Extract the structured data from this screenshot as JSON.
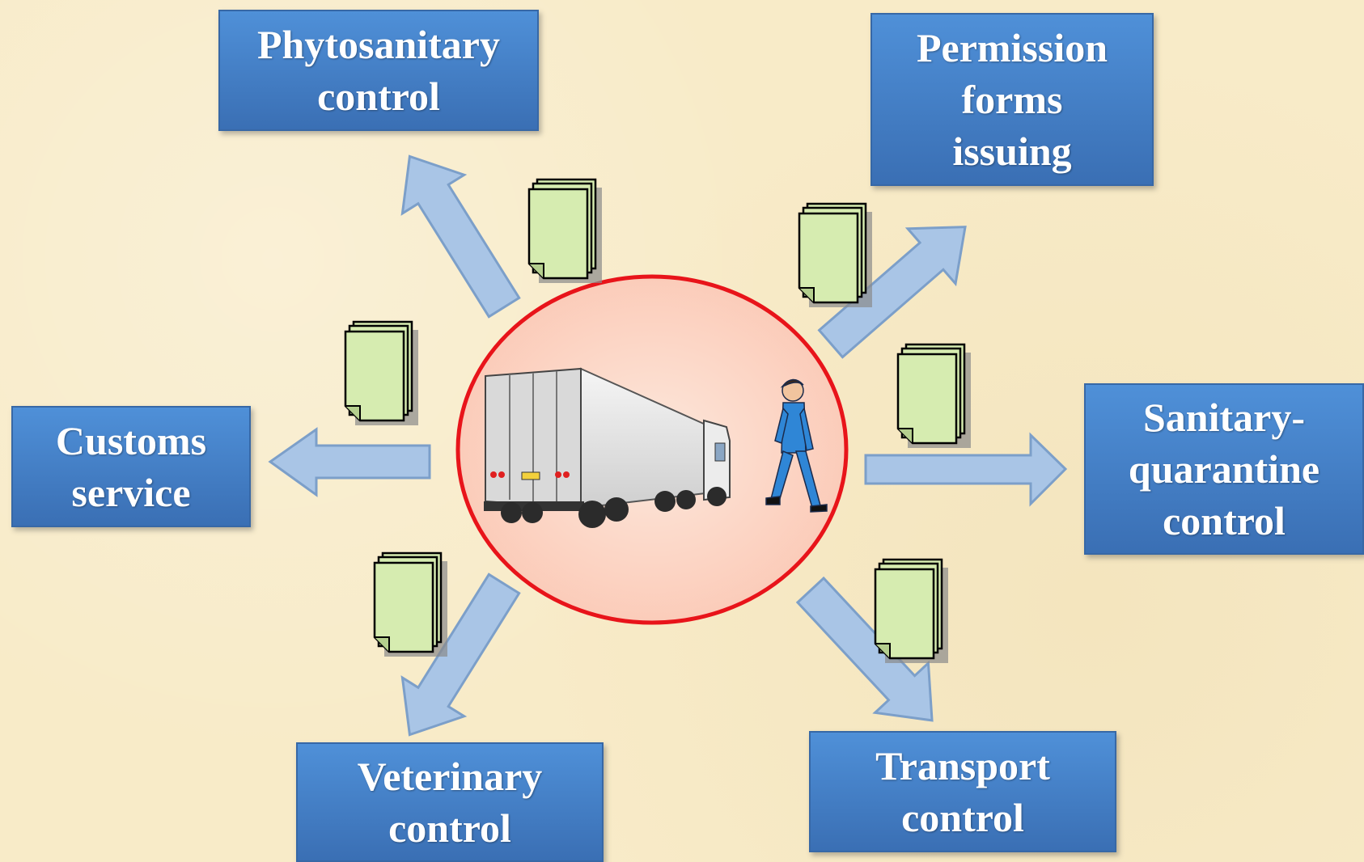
{
  "boxes": {
    "phytosanitary": "Phytosanitary\ncontrol",
    "permission": "Permission\nforms\nissuing",
    "customs": "Customs\nservice",
    "sanitary": "Sanitary-\nquarantine\ncontrol",
    "veterinary": "Veterinary\ncontrol",
    "transport": "Transport\ncontrol"
  },
  "colors": {
    "box": "#3f7cc4",
    "arrow": "#a9c5e6",
    "circle_border": "#e8141a",
    "document": "#d6ecb0"
  }
}
